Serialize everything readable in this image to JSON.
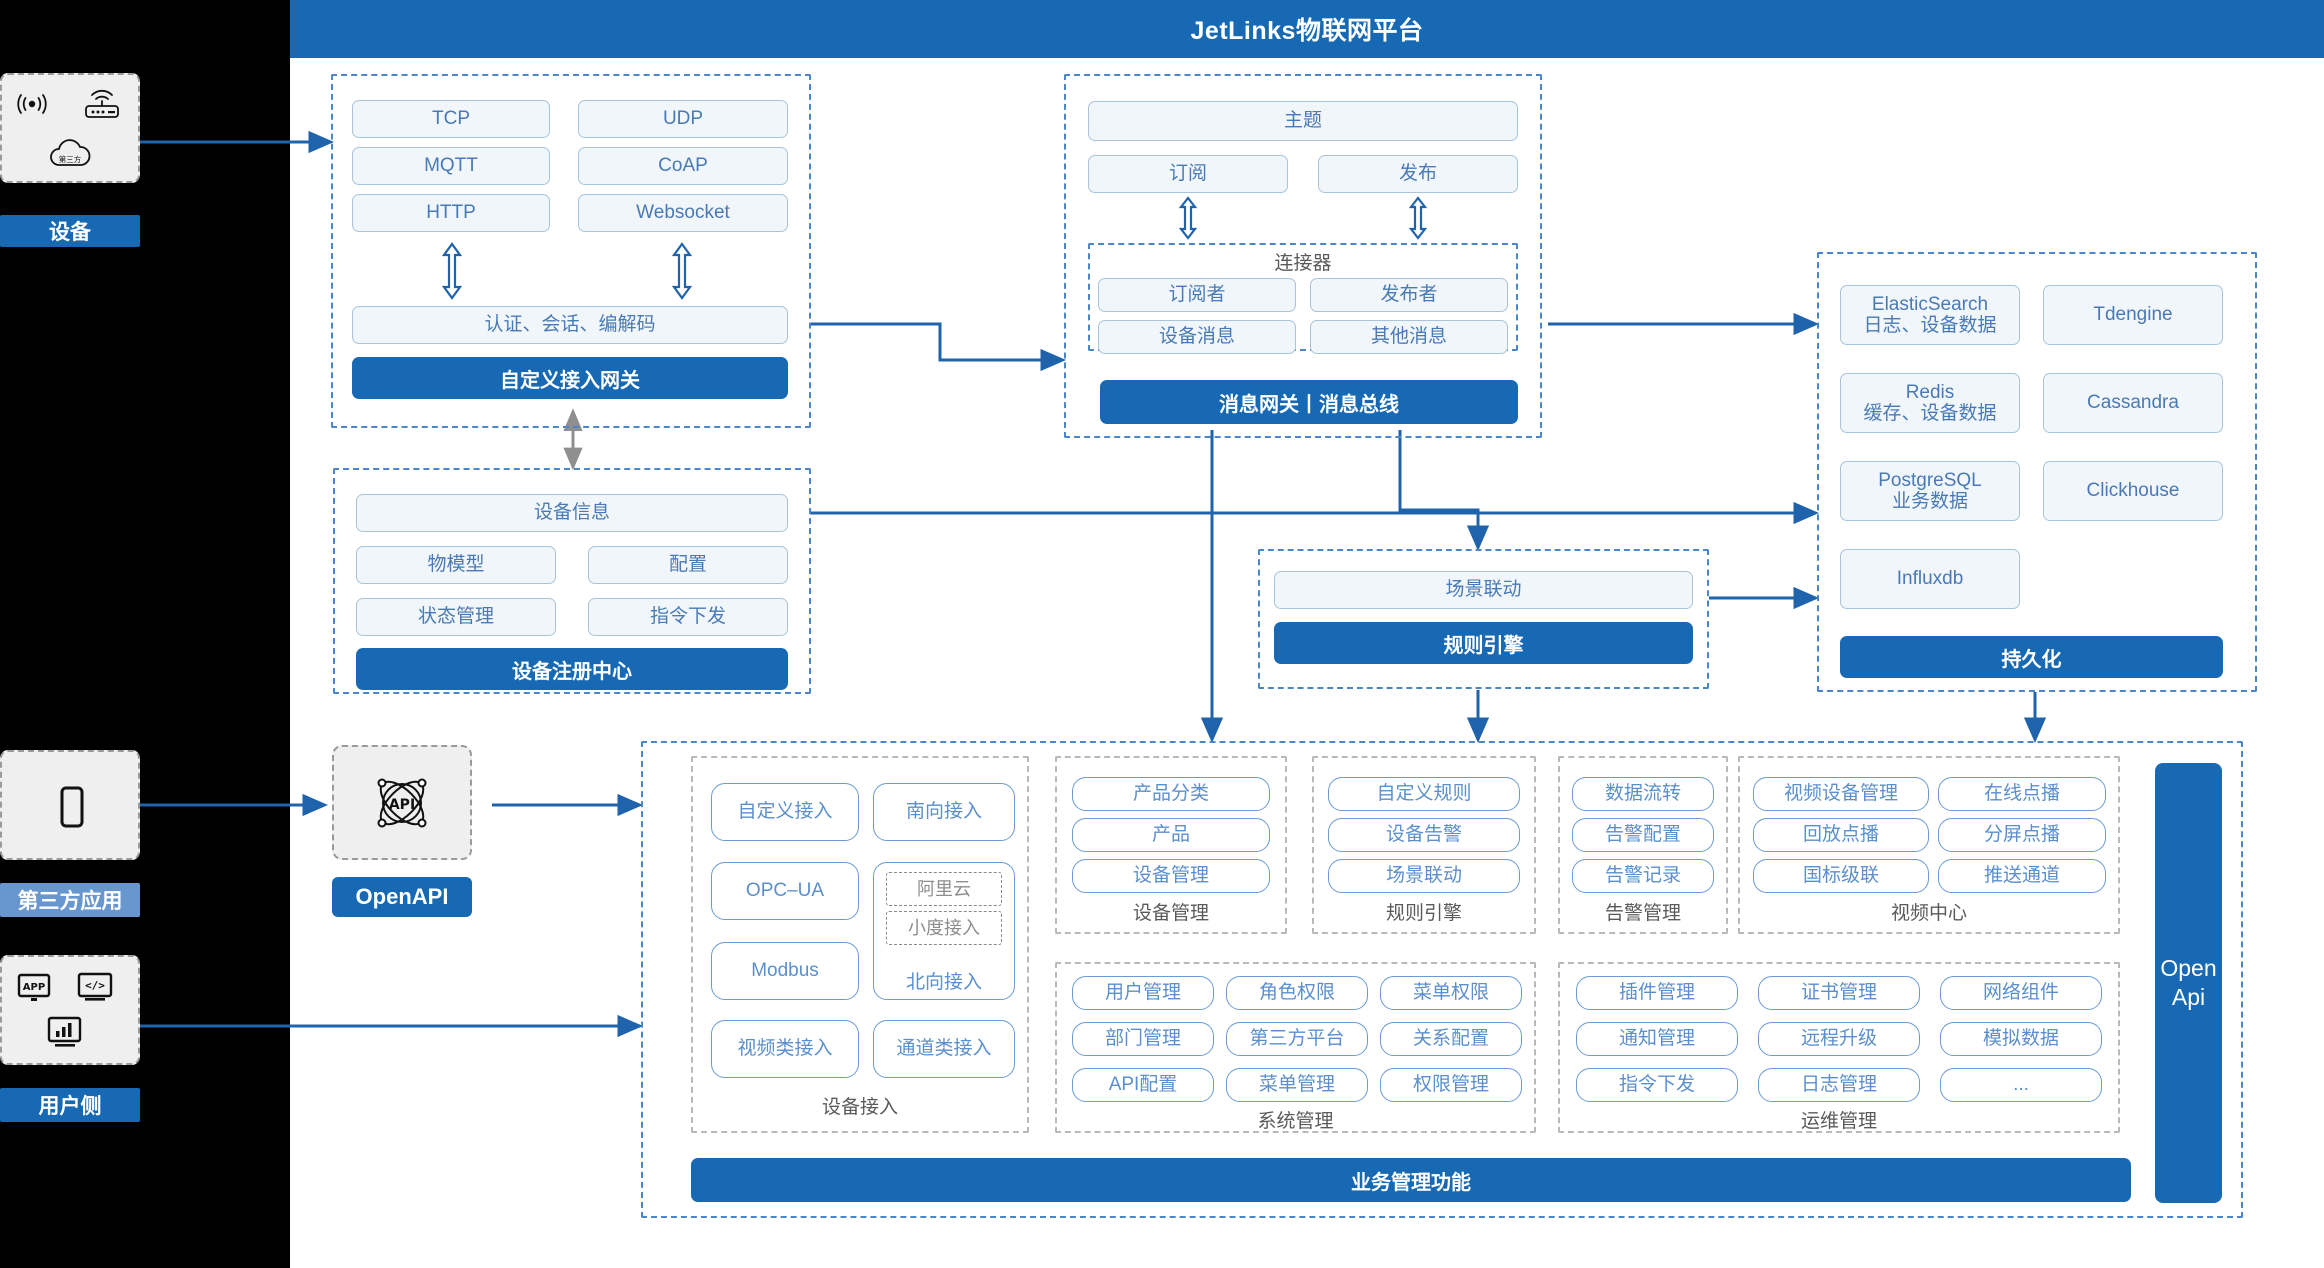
{
  "header": {
    "title": "JetLinks物联网平台"
  },
  "left_rail": {
    "device": {
      "label": "设备",
      "icons": [
        "signal-wave-icon",
        "router-icon",
        "cloud-icon"
      ],
      "cloud_text": "第三方"
    },
    "third_party_app": {
      "label": "第三方应用",
      "icons": [
        "mobile-phone-icon"
      ]
    },
    "user_side": {
      "label": "用户侧",
      "icons": [
        "app-store-icon",
        "code-window-icon",
        "chart-monitor-icon"
      ]
    }
  },
  "openapi_entry": {
    "icon": "api-atom-icon",
    "icon_text": "API",
    "pill_label": "OpenAPI"
  },
  "gateway": {
    "protocols": [
      "TCP",
      "UDP",
      "MQTT",
      "CoAP",
      "HTTP",
      "Websocket"
    ],
    "middle": "认证、会话、编解码",
    "footer": "自定义接入网关"
  },
  "message_bus": {
    "topic": "主题",
    "subscribe": "订阅",
    "publish": "发布",
    "connector": {
      "title": "连接器",
      "items": [
        "订阅者",
        "发布者",
        "设备消息",
        "其他消息"
      ]
    },
    "footer": "消息网关丨消息总线"
  },
  "device_registry": {
    "info": "设备信息",
    "items": [
      "物模型",
      "配置",
      "状态管理",
      "指令下发"
    ],
    "footer": "设备注册中心"
  },
  "rule_engine": {
    "scene": "场景联动",
    "footer": "规则引擎"
  },
  "persistence": {
    "items": [
      {
        "name": "ElasticSearch",
        "sub": "日志、设备数据"
      },
      {
        "name": "Tdengine",
        "sub": ""
      },
      {
        "name": "Redis",
        "sub": "缓存、设备数据"
      },
      {
        "name": "Cassandra",
        "sub": ""
      },
      {
        "name": "PostgreSQL",
        "sub": "业务数据"
      },
      {
        "name": "Clickhouse",
        "sub": ""
      },
      {
        "name": "Influxdb",
        "sub": ""
      }
    ],
    "footer": "持久化"
  },
  "business": {
    "footer": "业务管理功能",
    "open_api_vertical": "Open\nApi",
    "groups": [
      {
        "title": "设备接入",
        "left_column": [
          "自定义接入",
          "OPC–UA",
          "Modbus",
          "视频类接入"
        ],
        "right_column": [
          "南向接入",
          "北向接入",
          "通道类接入"
        ],
        "nested_dashed": [
          "阿里云",
          "小度接入"
        ]
      },
      {
        "title": "设备管理",
        "items": [
          "产品分类",
          "产品",
          "设备管理"
        ]
      },
      {
        "title": "规则引擎",
        "items": [
          "自定义规则",
          "设备告警",
          "场景联动"
        ]
      },
      {
        "title": "告警管理",
        "items": [
          "数据流转",
          "告警配置",
          "告警记录"
        ]
      },
      {
        "title": "视频中心",
        "items": [
          "视频设备管理",
          "在线点播",
          "回放点播",
          "分屏点播",
          "国标级联",
          "推送通道"
        ]
      },
      {
        "title": "系统管理",
        "items": [
          "用户管理",
          "角色权限",
          "菜单权限",
          "部门管理",
          "第三方平台",
          "关系配置",
          "API配置",
          "菜单管理",
          "权限管理"
        ]
      },
      {
        "title": "运维管理",
        "items": [
          "插件管理",
          "证书管理",
          "网络组件",
          "通知管理",
          "远程升级",
          "模拟数据",
          "指令下发",
          "日志管理",
          "..."
        ]
      }
    ]
  },
  "colors": {
    "brand_blue": "#1769b4",
    "chip_border": "#a8c4dd",
    "chip_bg": "#f1f6fa",
    "chip_text": "#4a7ab5",
    "dashed_blue": "#4a86c8",
    "dashed_grey": "#b9b9b9",
    "wire": "#1f63ad"
  }
}
